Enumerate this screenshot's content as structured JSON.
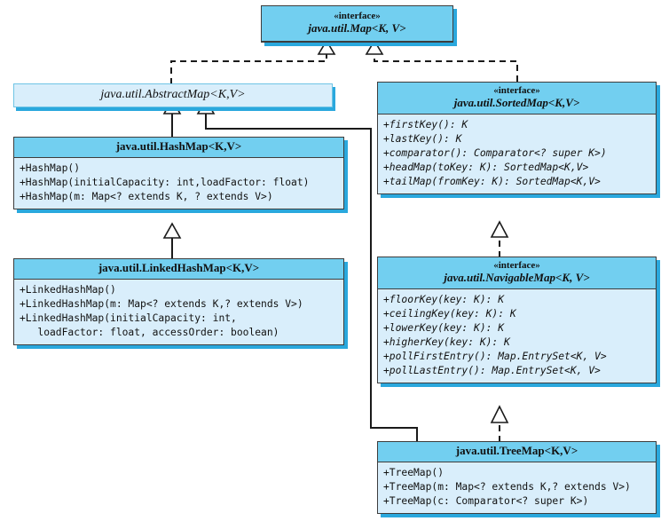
{
  "diagram": {
    "title": "Java Map collection hierarchy UML class diagram",
    "colors": {
      "header_fill": "#72cff0",
      "body_fill": "#d9eefb",
      "shadow": "#2aa8dd",
      "border": "#3d3d3d",
      "background": "#ffffff"
    },
    "relations": [
      {
        "name": "abstractmap-realizes-map",
        "from": "java.util.AbstractMap<K,V>",
        "to": "java.util.Map<K, V>",
        "type": "realization-dashed-hollow-triangle"
      },
      {
        "name": "sortedmap-realizes-map",
        "from": "java.util.SortedMap<K,V>",
        "to": "java.util.Map<K, V>",
        "type": "realization-dashed-hollow-triangle"
      },
      {
        "name": "hashmap-extends-abstractmap",
        "from": "java.util.HashMap<K,V>",
        "to": "java.util.AbstractMap<K,V>",
        "type": "inheritance-solid-hollow-triangle"
      },
      {
        "name": "treemap-extends-abstractmap",
        "from": "java.util.TreeMap<K,V>",
        "to": "java.util.AbstractMap<K,V>",
        "type": "inheritance-solid-hollow-triangle"
      },
      {
        "name": "linkedhashmap-extends-hashmap",
        "from": "java.util.LinkedHashMap<K,V>",
        "to": "java.util.HashMap<K,V>",
        "type": "inheritance-solid-hollow-triangle"
      },
      {
        "name": "navigablemap-extends-sortedmap",
        "from": "java.util.NavigableMap<K, V>",
        "to": "java.util.SortedMap<K,V>",
        "type": "realization-dashed-hollow-triangle"
      },
      {
        "name": "treemap-realizes-navigablemap",
        "from": "java.util.TreeMap<K,V>",
        "to": "java.util.NavigableMap<K, V>",
        "type": "realization-dashed-hollow-triangle"
      }
    ]
  },
  "classes": {
    "map": {
      "stereotype": "«interface»",
      "name": "java.util.Map<K, V>",
      "members": []
    },
    "abstract_map": {
      "name": "java.util.AbstractMap<K,V>",
      "members": []
    },
    "hash_map": {
      "name": "java.util.HashMap<K,V>",
      "members": [
        "+HashMap()",
        "+HashMap(initialCapacity: int,loadFactor: float)",
        "+HashMap(m: Map<? extends K, ? extends V>)"
      ]
    },
    "linked_hash_map": {
      "name": "java.util.LinkedHashMap<K,V>",
      "members": [
        "+LinkedHashMap()",
        "+LinkedHashMap(m: Map<? extends K,? extends V>)",
        "+LinkedHashMap(initialCapacity: int,\n   loadFactor: float, accessOrder: boolean)"
      ]
    },
    "sorted_map": {
      "stereotype": "«interface»",
      "name": "java.util.SortedMap<K,V>",
      "members": [
        "+firstKey(): K",
        "+lastKey(): K",
        "+comparator(): Comparator<? super K>)",
        "+headMap(toKey: K): SortedMap<K,V>",
        "+tailMap(fromKey: K): SortedMap<K,V>"
      ]
    },
    "navigable_map": {
      "stereotype": "«interface»",
      "name": "java.util.NavigableMap<K, V>",
      "members": [
        "+floorKey(key: K): K",
        "+ceilingKey(key: K): K",
        "+lowerKey(key: K): K",
        "+higherKey(key: K): K",
        "+pollFirstEntry(): Map.EntrySet<K, V>",
        "+pollLastEntry(): Map.EntrySet<K, V>"
      ]
    },
    "tree_map": {
      "name": "java.util.TreeMap<K,V>",
      "members": [
        "+TreeMap()",
        "+TreeMap(m: Map<? extends K,? extends V>)",
        "+TreeMap(c: Comparator<? super K>)"
      ]
    }
  }
}
